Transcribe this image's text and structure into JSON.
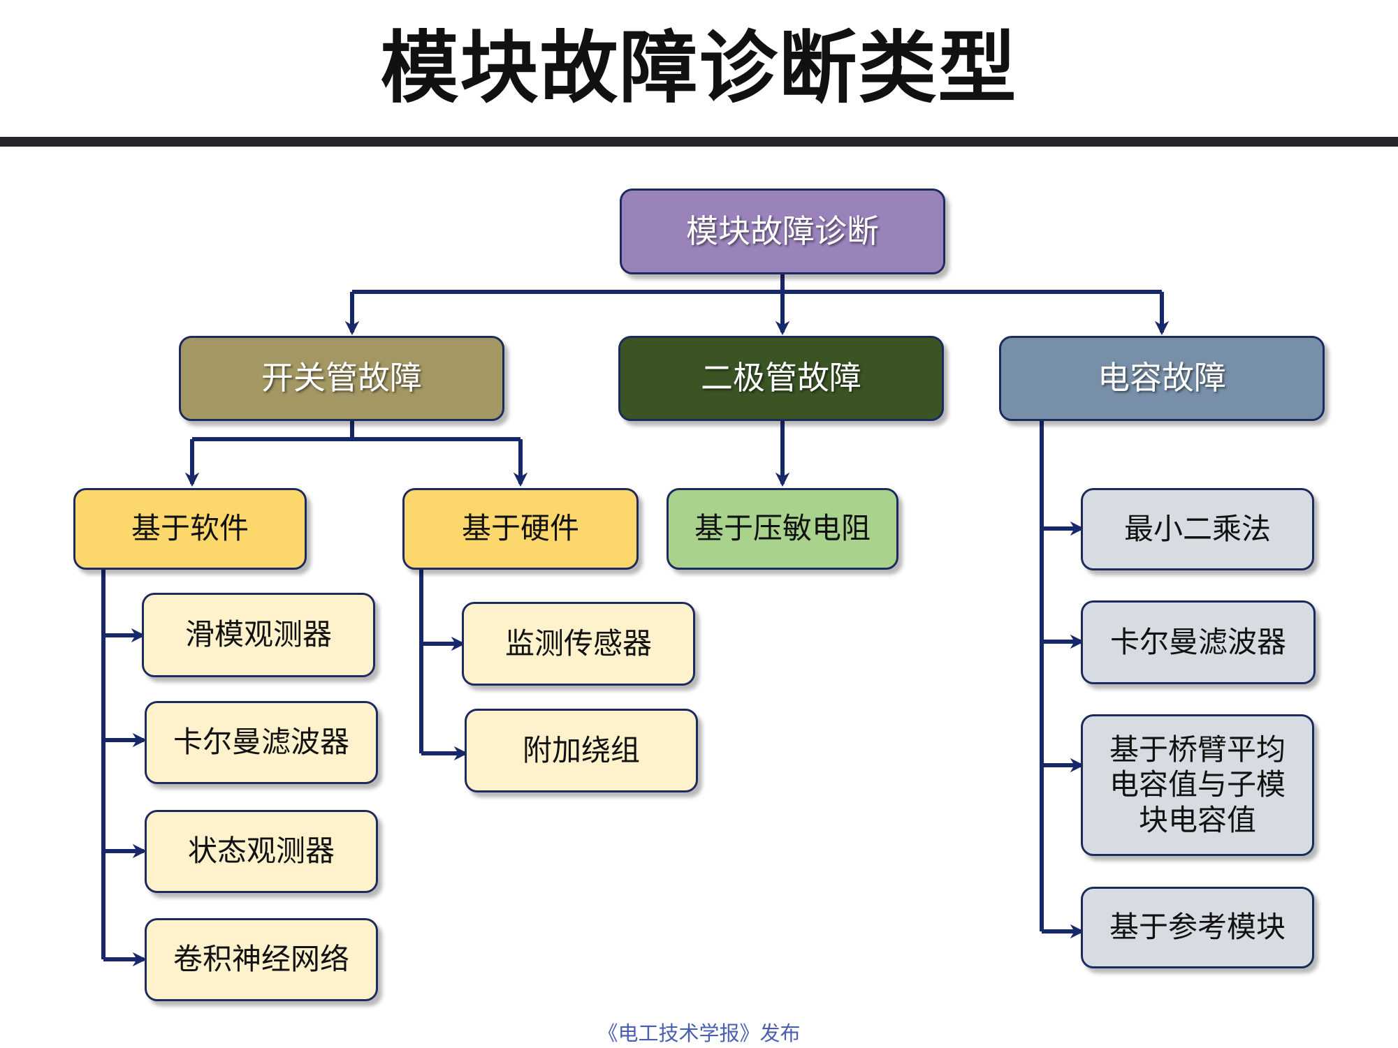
{
  "title": "模块故障诊断类型",
  "footer": "《电工技术学报》发布",
  "colors": {
    "connector": "#17286a",
    "root": "#9a82bb",
    "switch_fault": "#a39764",
    "diode_fault": "#3a5424",
    "capacitor_fault": "#778fa8",
    "yellow_method": "#fcd86c",
    "green_method": "#a9d38c",
    "cream_leaf": "#fef2cc",
    "gray_leaf": "#d7dce2"
  },
  "root": {
    "label": "模块故障诊断"
  },
  "categories": {
    "switch": {
      "label": "开关管故障"
    },
    "diode": {
      "label": "二极管故障"
    },
    "capacitor": {
      "label": "电容故障"
    }
  },
  "switch_branches": {
    "software": {
      "label": "基于软件",
      "methods": [
        "滑模观测器",
        "卡尔曼滤波器",
        "状态观测器",
        "卷积神经网络"
      ]
    },
    "hardware": {
      "label": "基于硬件",
      "methods": [
        "监测传感器",
        "附加绕组"
      ]
    }
  },
  "diode_method": {
    "label": "基于压敏电阻"
  },
  "capacitor_methods": [
    "最小二乘法",
    "卡尔曼滤波器",
    "基于桥臂平均电容值与子模块电容值",
    "基于参考模块"
  ]
}
